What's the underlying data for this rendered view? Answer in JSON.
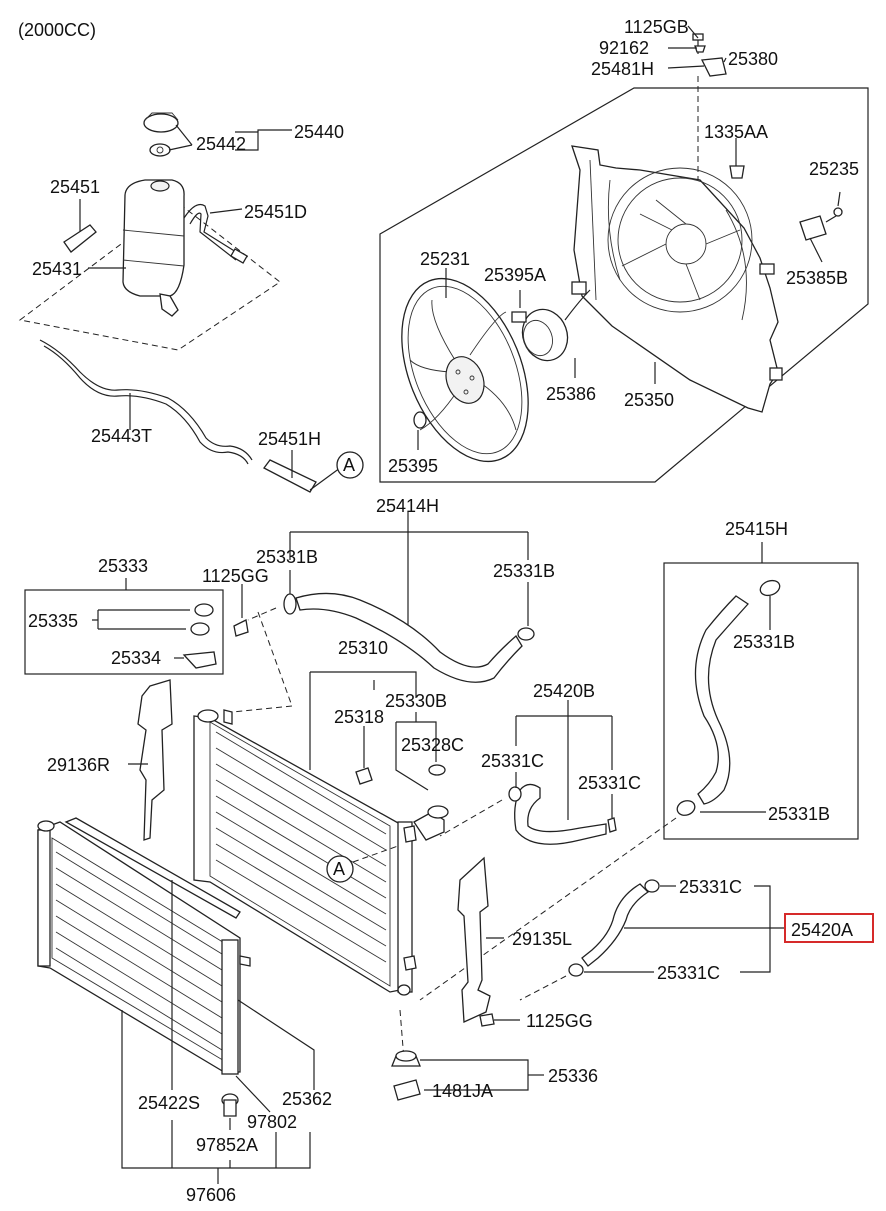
{
  "header": {
    "engine_label": "(2000CC)"
  },
  "part_labels": {
    "p1125GB": "1125GB",
    "p92162": "92162",
    "p25481H": "25481H",
    "p25380": "25380",
    "p1335AA": "1335AA",
    "p25235": "25235",
    "p25385B": "25385B",
    "p25231": "25231",
    "p25395A": "25395A",
    "p25386": "25386",
    "p25350": "25350",
    "p25395": "25395",
    "p25440": "25440",
    "p25442": "25442",
    "p25451": "25451",
    "p25451D": "25451D",
    "p25431": "25431",
    "p25443T": "25443T",
    "p25451H": "25451H",
    "p25414H": "25414H",
    "p25333": "25333",
    "p1125GG_a": "1125GG",
    "p25331B_a": "25331B",
    "p25331B_b": "25331B",
    "p25335": "25335",
    "p25334": "25334",
    "p25415H": "25415H",
    "p25331B_c": "25331B",
    "p25331B_d": "25331B",
    "p25310": "25310",
    "p25330B": "25330B",
    "p25318": "25318",
    "p25328C": "25328C",
    "p25420B": "25420B",
    "p25331C_a": "25331C",
    "p25331C_b": "25331C",
    "p29136R": "29136R",
    "p25331C_c": "25331C",
    "p25420A": "25420A",
    "p25331C_d": "25331C",
    "p29135L": "29135L",
    "p1125GG_b": "1125GG",
    "p25336": "25336",
    "p1481JA": "1481JA",
    "p25422S": "25422S",
    "p25362": "25362",
    "p97802": "97802",
    "p97852A": "97852A",
    "p97606": "97606"
  },
  "reference_marks": {
    "ref_a_top": "A",
    "ref_a_mid": "A"
  },
  "highlight": {
    "part": "25420A",
    "color": "#d62a2a"
  }
}
